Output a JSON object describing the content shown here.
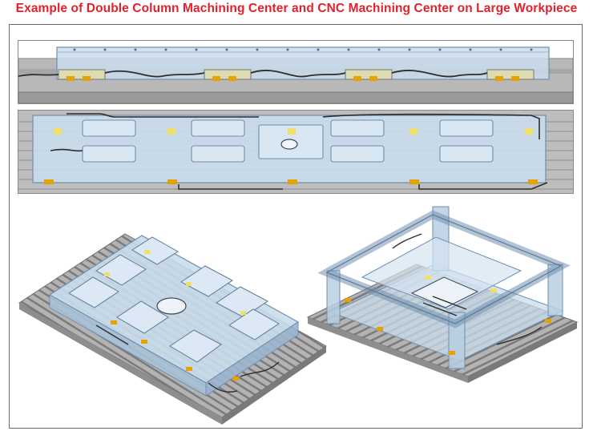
{
  "title": {
    "text": "Example of Double Column Machining Center and CNC Machining Center on Large Workpiece",
    "color": "#e4202a"
  },
  "colors": {
    "plate": "#c9dcec",
    "plate_edge": "#6f8fae",
    "base": "#9a9a9a",
    "base_dark": "#6e6e6e",
    "clamp_orange": "#e6a200",
    "clamp_yellow": "#f0e06a",
    "hose": "#2d2d2d"
  },
  "panels": [
    {
      "name": "side-elevation-view",
      "icon": "long-plate-side-view"
    },
    {
      "name": "top-plan-view",
      "icon": "long-plate-top-view"
    },
    {
      "name": "isometric-plate-view",
      "icon": "pocketed-plate-isometric"
    },
    {
      "name": "isometric-frame-view",
      "icon": "frame-workpiece-isometric"
    }
  ]
}
